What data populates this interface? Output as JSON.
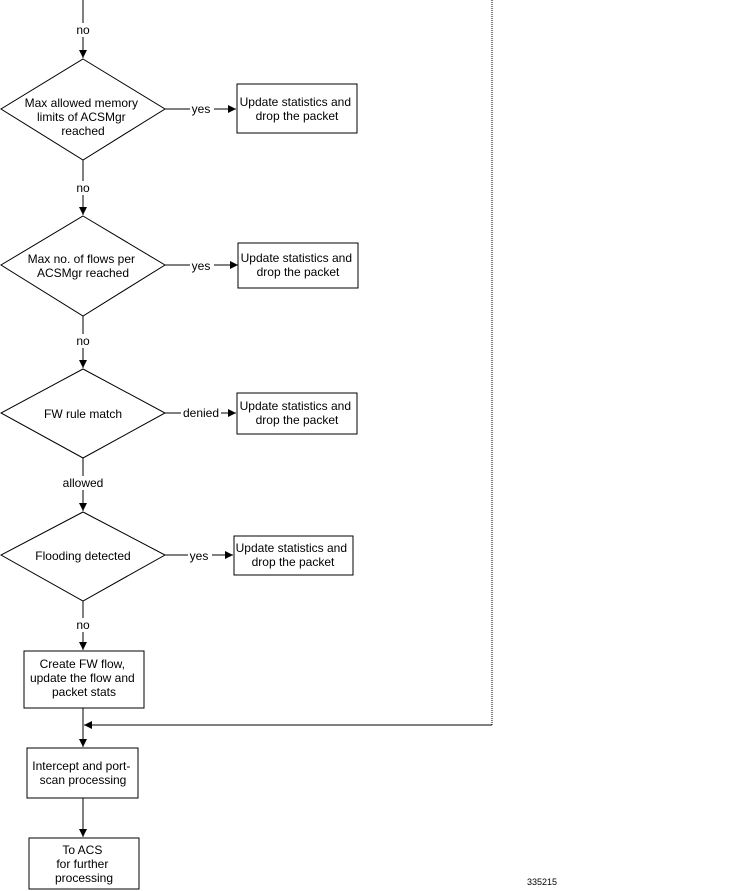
{
  "decisions": [
    {
      "lines": [
        "Max allowed memory",
        "limits of ACSMgr",
        "reached"
      ],
      "branch_label": "yes"
    },
    {
      "lines": [
        "Max no. of flows per",
        "ACSMgr reached"
      ],
      "branch_label": "yes"
    },
    {
      "lines": [
        "FW rule match"
      ],
      "branch_label": "denied"
    },
    {
      "lines": [
        "Flooding detected"
      ],
      "branch_label": "yes"
    }
  ],
  "flow_labels": [
    "no",
    "no",
    "no",
    "allowed",
    "no"
  ],
  "drop_boxes": [
    {
      "lines": [
        "Update statistics and",
        "drop the packet"
      ]
    },
    {
      "lines": [
        "Update statistics and",
        "drop the packet"
      ]
    },
    {
      "lines": [
        "Update statistics and",
        "drop the packet"
      ]
    },
    {
      "lines": [
        "Update statistics and",
        "drop the packet"
      ]
    }
  ],
  "process_boxes": [
    {
      "lines": [
        "Create FW flow,",
        "update the flow and",
        "packet stats"
      ]
    },
    {
      "lines": [
        "Intercept and port-",
        "scan processing"
      ]
    },
    {
      "lines": [
        "To ACS",
        "for further",
        "processing"
      ]
    }
  ],
  "figure_id": "335215"
}
